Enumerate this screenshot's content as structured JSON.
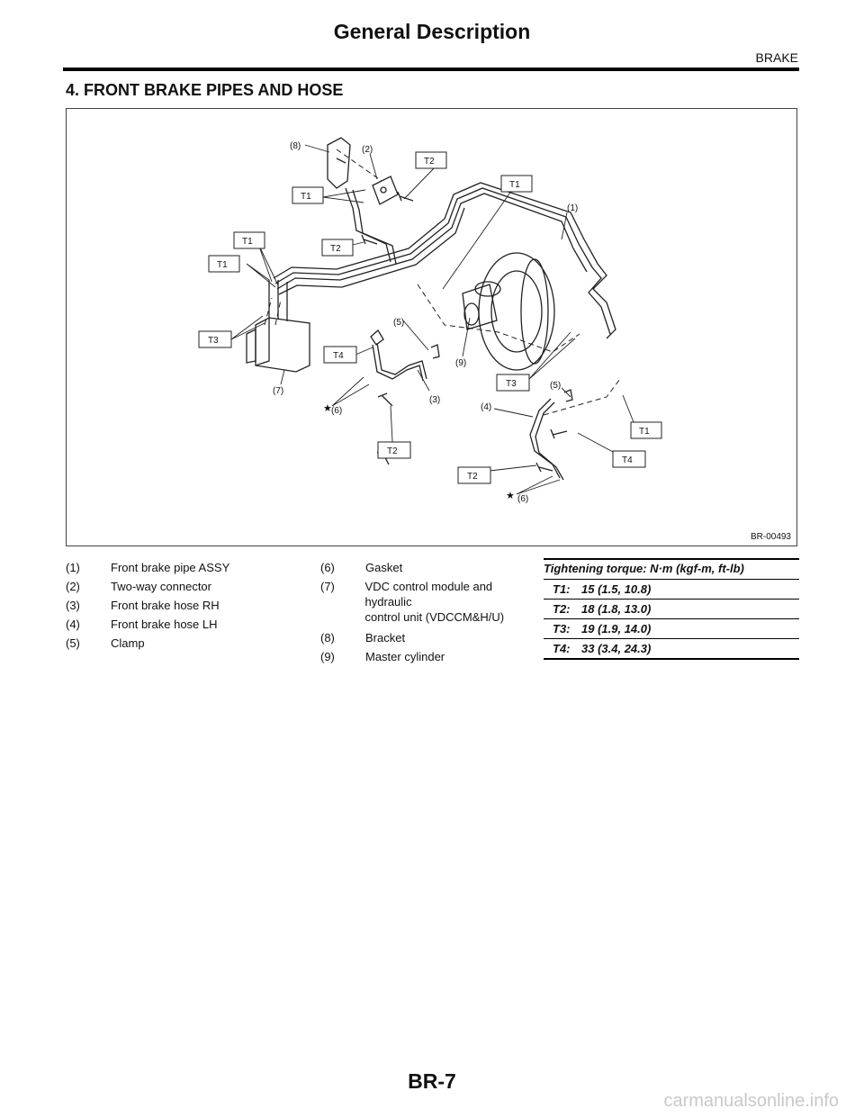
{
  "header": {
    "title": "General Description",
    "section": "BRAKE"
  },
  "section_heading": "4.  FRONT BRAKE PIPES AND HOSE",
  "figure": {
    "id": "BR-00493",
    "callouts": {
      "c1": "(1)",
      "c2": "(2)",
      "c3": "(3)",
      "c4": "(4)",
      "c5a": "(5)",
      "c5b": "(5)",
      "c6a": "(6)",
      "c6b": "(6)",
      "c7": "(7)",
      "c8": "(8)",
      "c9": "(9)"
    },
    "torque_tags": {
      "t_top_t2": "T2",
      "t_top_t1a": "T1",
      "t_right_t1": "T1",
      "t_mid_t2": "T2",
      "t_left_t1a": "T1",
      "t_left_t1b": "T1",
      "t_left_t3": "T3",
      "t_mid_t4": "T4",
      "t_mid_t3": "T3",
      "t_lower_t2": "T2",
      "t_right_t1b": "T1",
      "t_right_t4": "T4",
      "t_bottom_t2": "T2"
    }
  },
  "legend_left": [
    {
      "num": "(1)",
      "text": "Front brake pipe ASSY"
    },
    {
      "num": "(2)",
      "text": "Two-way connector"
    },
    {
      "num": "(3)",
      "text": "Front brake hose RH"
    },
    {
      "num": "(4)",
      "text": "Front brake hose LH"
    },
    {
      "num": "(5)",
      "text": "Clamp"
    }
  ],
  "legend_mid": [
    {
      "num": "(6)",
      "text": "Gasket"
    },
    {
      "num": "(7)",
      "text": "VDC control module and hydraulic\ncontrol unit (VDCCM&H/U)"
    },
    {
      "num": "(8)",
      "text": "Bracket"
    },
    {
      "num": "(9)",
      "text": "Master cylinder"
    }
  ],
  "torque": {
    "heading": "Tightening torque: N·m (kgf-m, ft-lb)",
    "rows": [
      {
        "code": "T1:",
        "value": "15 (1.5, 10.8)"
      },
      {
        "code": "T2:",
        "value": "18 (1.8, 13.0)"
      },
      {
        "code": "T3:",
        "value": "19 (1.9, 14.0)"
      },
      {
        "code": "T4:",
        "value": "33 (3.4, 24.3)"
      }
    ]
  },
  "footer": {
    "page_number": "BR-7",
    "watermark": "carmanualsonline.info"
  }
}
